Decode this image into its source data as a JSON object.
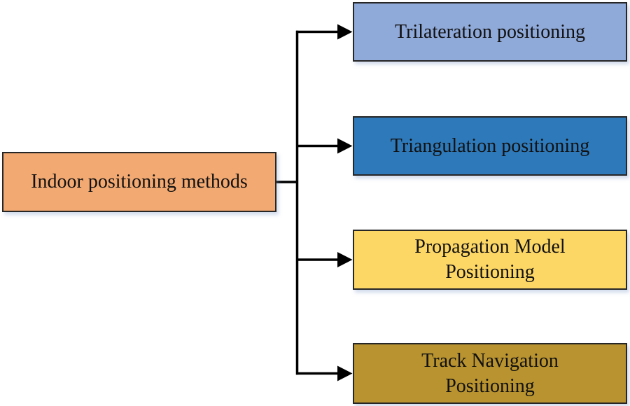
{
  "diagram": {
    "background": "#FFFFFF",
    "line_color": "#000000",
    "text_color": "#111111",
    "border_color": "#262626",
    "root": {
      "label": "Indoor positioning methods",
      "fill": "#F2A972"
    },
    "branches": [
      {
        "lines": [
          "Trilateration positioning"
        ],
        "fill": "#8FA9D9"
      },
      {
        "lines": [
          "Triangulation positioning"
        ],
        "fill": "#2E79B9"
      },
      {
        "lines": [
          "Propagation Model",
          "Positioning"
        ],
        "fill": "#FDD765"
      },
      {
        "lines": [
          "Track Navigation",
          "Positioning"
        ],
        "fill": "#B9932F"
      }
    ]
  }
}
